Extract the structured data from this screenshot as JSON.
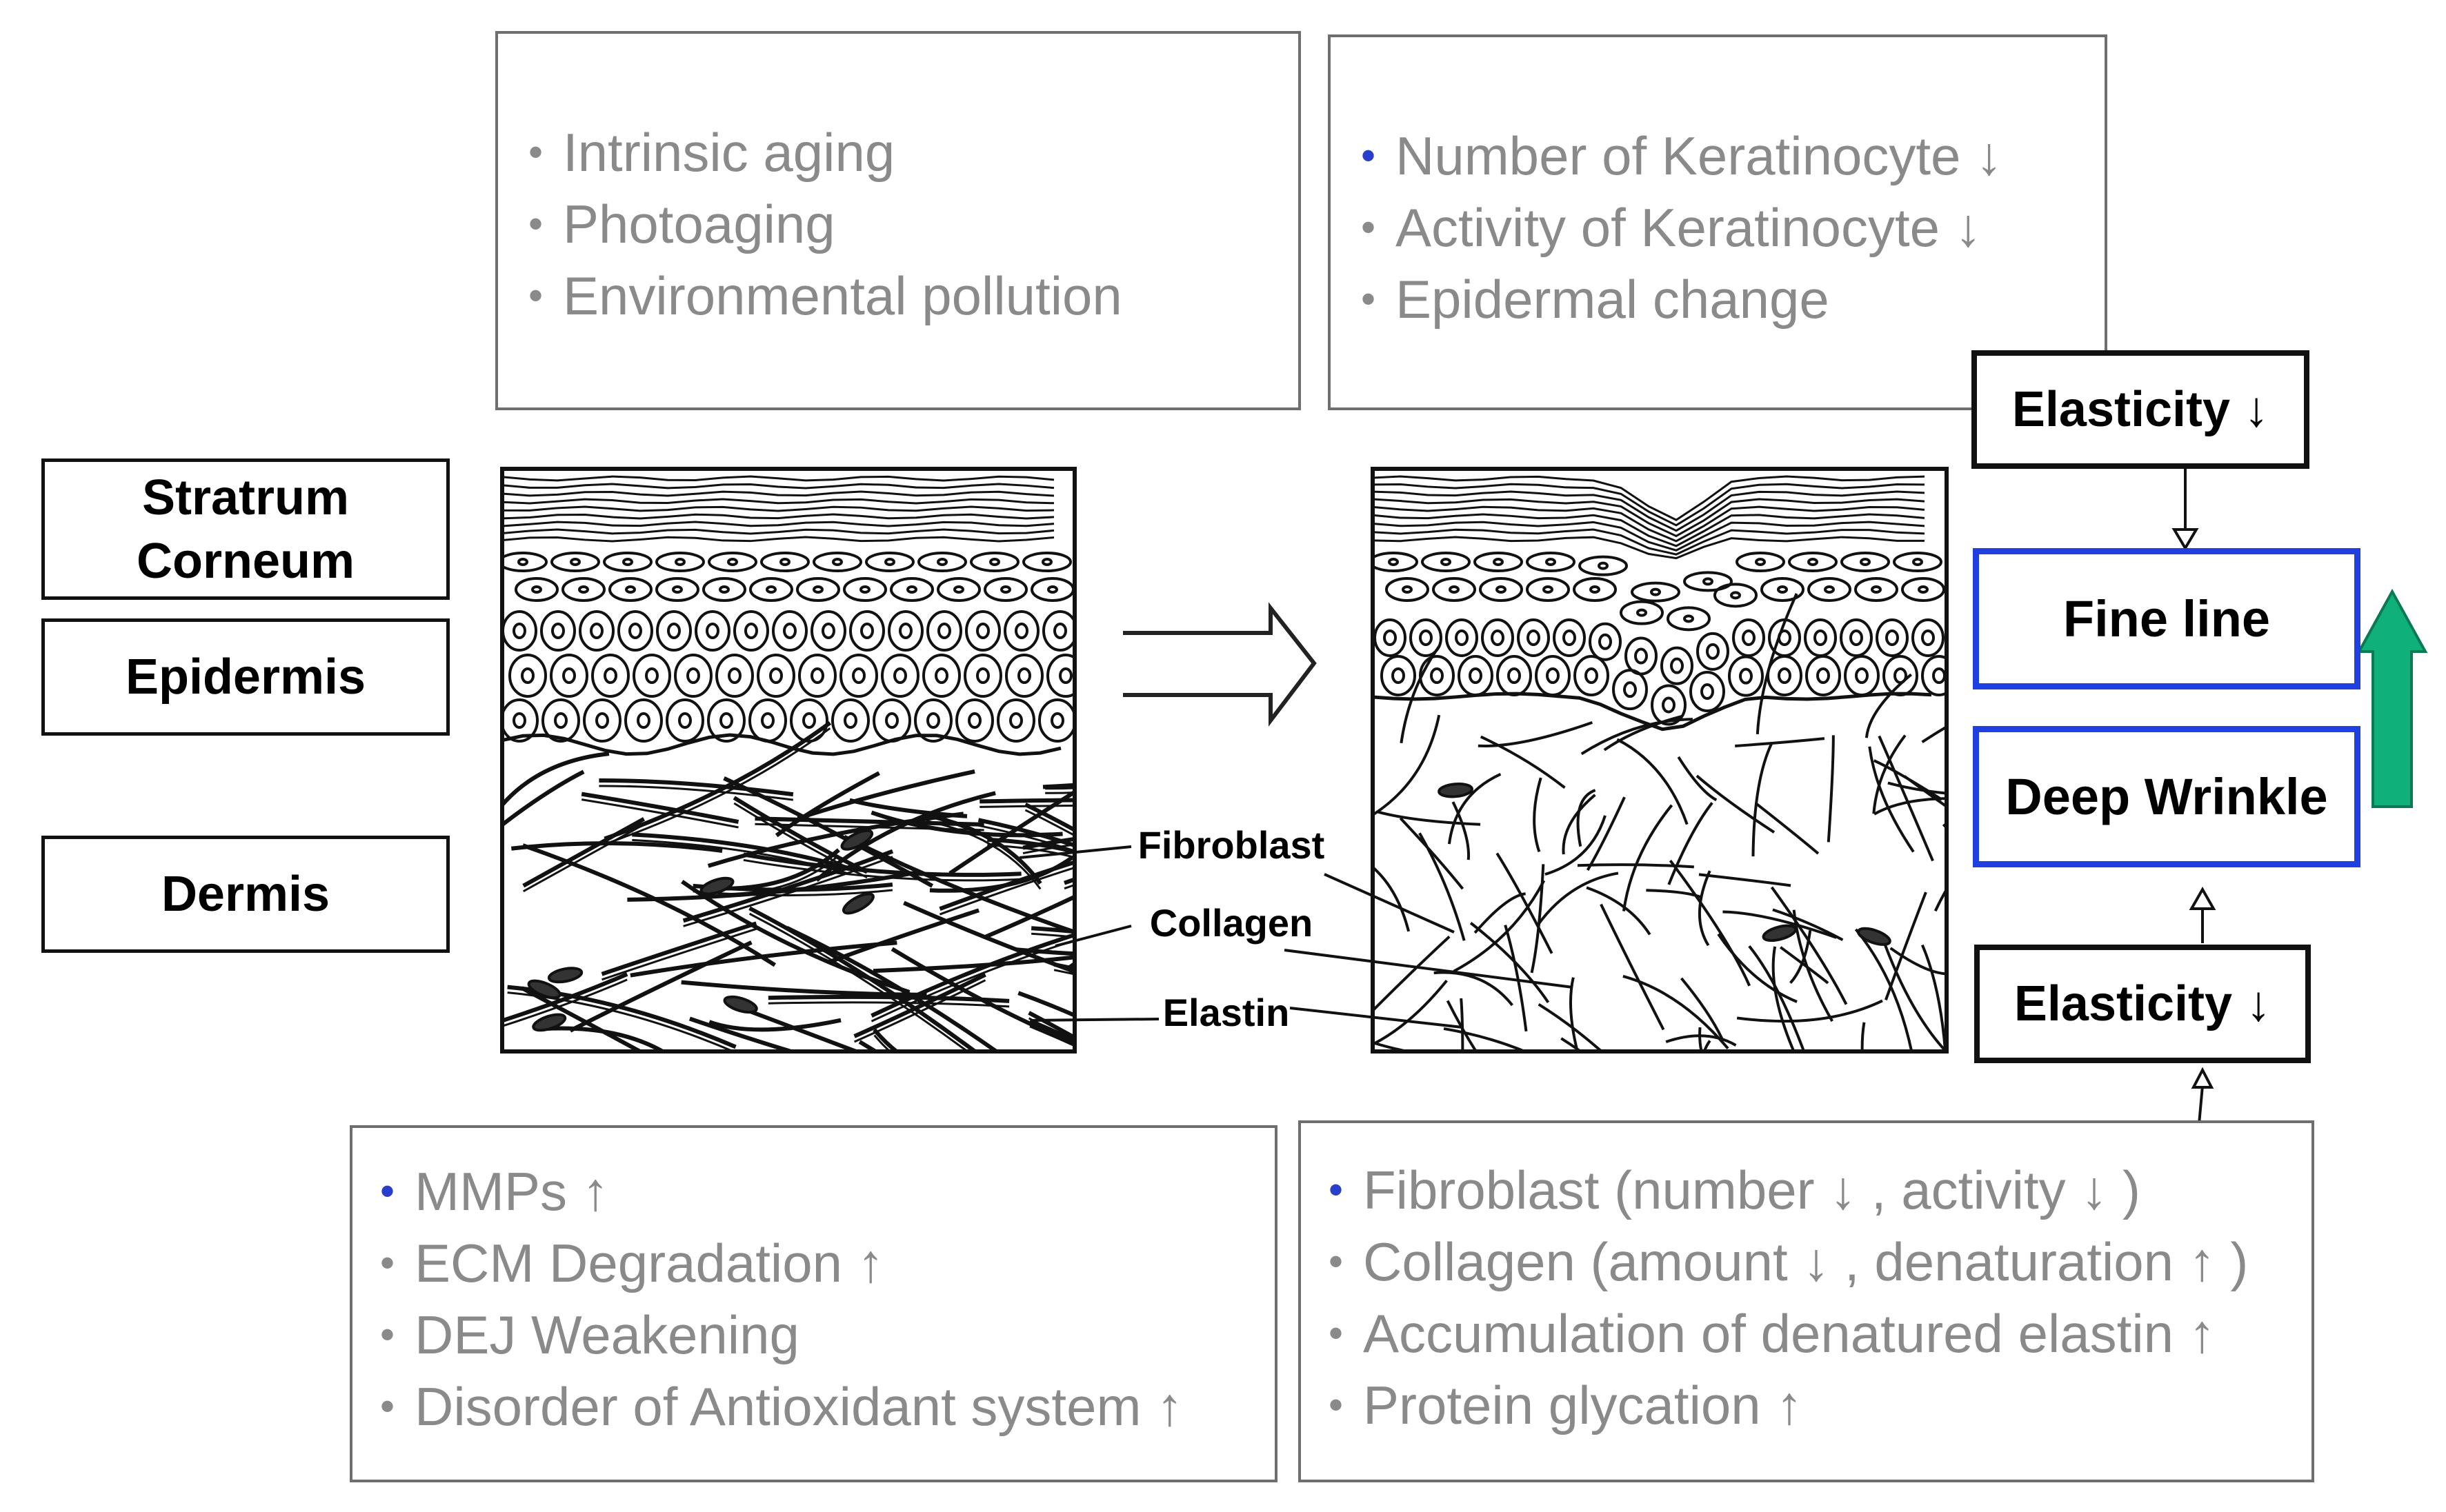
{
  "layer_labels": {
    "stratum_corneum": "Stratrum Corneum",
    "epidermis": "Epidermis",
    "dermis": "Dermis"
  },
  "causes": [
    "Intrinsic aging",
    "Photoaging",
    "Environmental pollution"
  ],
  "epidermal_effects": [
    "Number of Keratinocyte ↓",
    "Activity of Keratinocyte ↓",
    "Epidermal change"
  ],
  "dermal_mechanisms": [
    "MMPs ↑",
    "ECM Degradation ↑",
    "DEJ Weakening",
    "Disorder of Antioxidant system ↑"
  ],
  "dermal_effects": [
    "Fibroblast (number ↓ , activity ↓ )",
    "Collagen (amount ↓ , denaturation ↑ )",
    "Accumulation of denatured elastin ↑",
    "Protein glycation ↑"
  ],
  "structure_labels": {
    "fibroblast": "Fibroblast",
    "collagen": "Collagen",
    "elastin": "Elastin"
  },
  "outcomes": {
    "elasticity_top": "Elasticity ↓",
    "fine_line": "Fine line",
    "deep_wrinkle": "Deep Wrinkle",
    "elasticity_bottom": "Elasticity ↓"
  },
  "colors": {
    "blue_border": "#1f3fe0",
    "green_arrow": "#0fb07a",
    "gray_text": "#8a8a8a",
    "blue_bullet": "#2a3fc9"
  }
}
